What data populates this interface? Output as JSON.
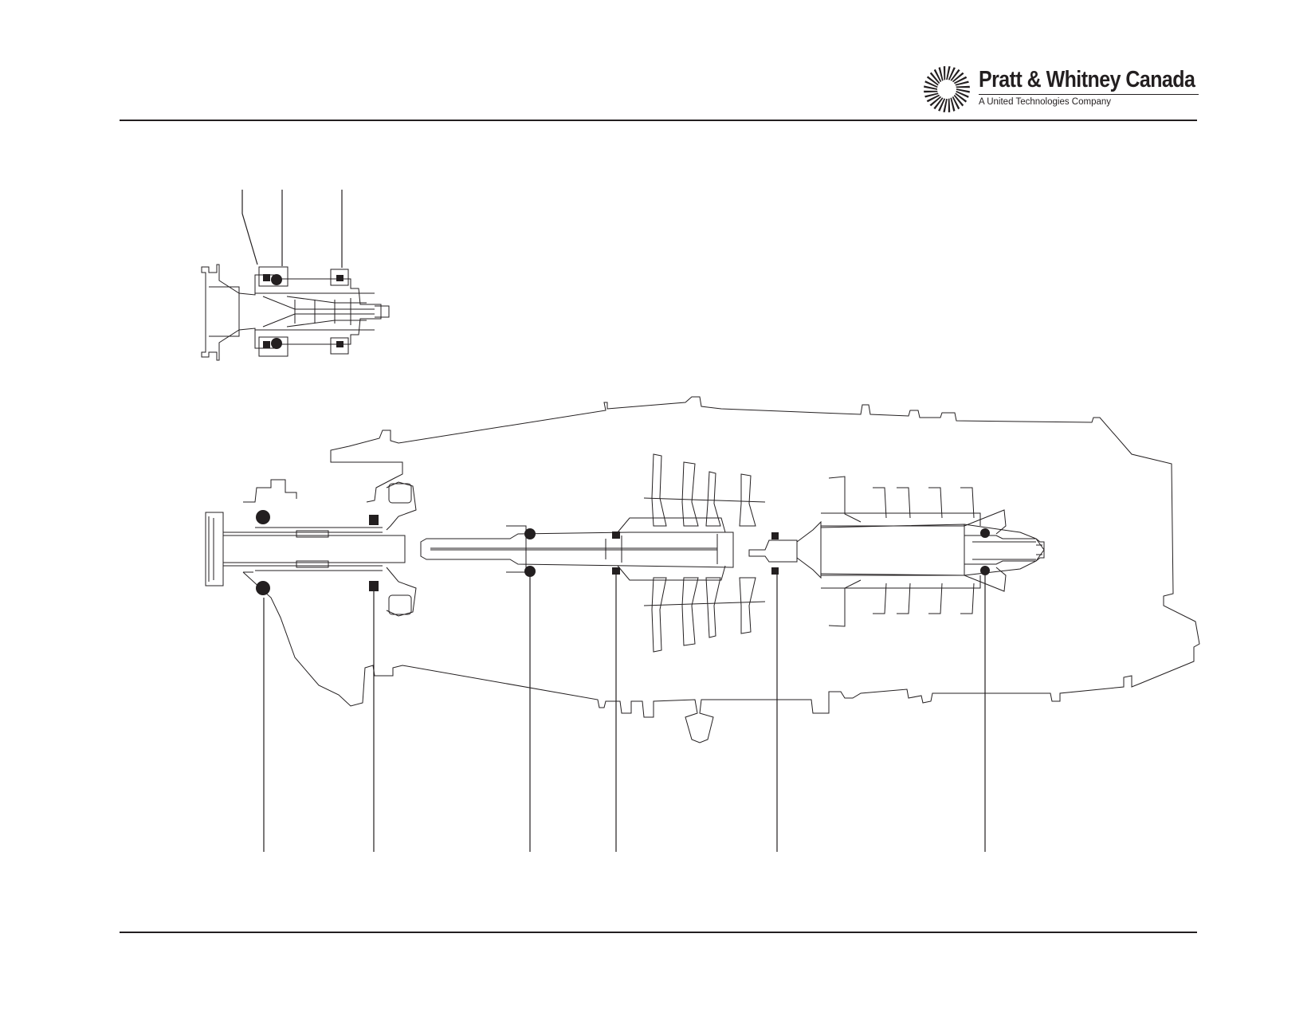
{
  "header": {
    "brand_name": "Pratt & Whitney Canada",
    "brand_tagline": "A United Technologies Company",
    "logo_icon": "pwc-starburst-logo-icon"
  },
  "diagram": {
    "subject": "engine cross-section with bearing locations",
    "colors": {
      "line": "#231f20",
      "background": "#ffffff"
    },
    "inset_view": {
      "leader_lines": 3,
      "bearings": 4
    },
    "main_view": {
      "leader_lines": 6,
      "bearings": 12
    }
  }
}
